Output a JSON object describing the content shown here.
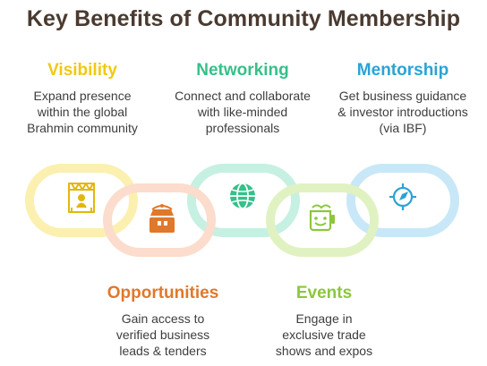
{
  "title": "Key Benefits of Community Membership",
  "colors": {
    "title": "#4a3a30",
    "visibility": "#f2c811",
    "networking": "#36c08a",
    "mentorship": "#2aa3d4",
    "opportunities": "#e0782b",
    "events": "#8cc63f",
    "link_visibility": "#fbf0b0",
    "link_opportunities": "#fcdccc",
    "link_networking": "#c6f0e2",
    "link_events": "#e0f2c2",
    "link_mentorship": "#c8e8f7"
  },
  "benefits": {
    "visibility": {
      "title": "Visibility",
      "lines": [
        "Expand presence",
        "within the global",
        "Brahmin community"
      ],
      "icon": "stage-icon"
    },
    "networking": {
      "title": "Networking",
      "lines": [
        "Connect and collaborate",
        "with like-minded",
        "professionals"
      ],
      "icon": "globe-icon"
    },
    "mentorship": {
      "title": "Mentorship",
      "lines": [
        "Get business guidance",
        "& investor introductions",
        "(via IBF)"
      ],
      "icon": "compass-icon"
    },
    "opportunities": {
      "title": "Opportunities",
      "lines": [
        "Gain access to",
        "verified business",
        "leads & tenders"
      ],
      "icon": "briefcase-icon"
    },
    "events": {
      "title": "Events",
      "lines": [
        "Engage in",
        "exclusive trade",
        "shows and expos"
      ],
      "icon": "event-icon"
    }
  }
}
